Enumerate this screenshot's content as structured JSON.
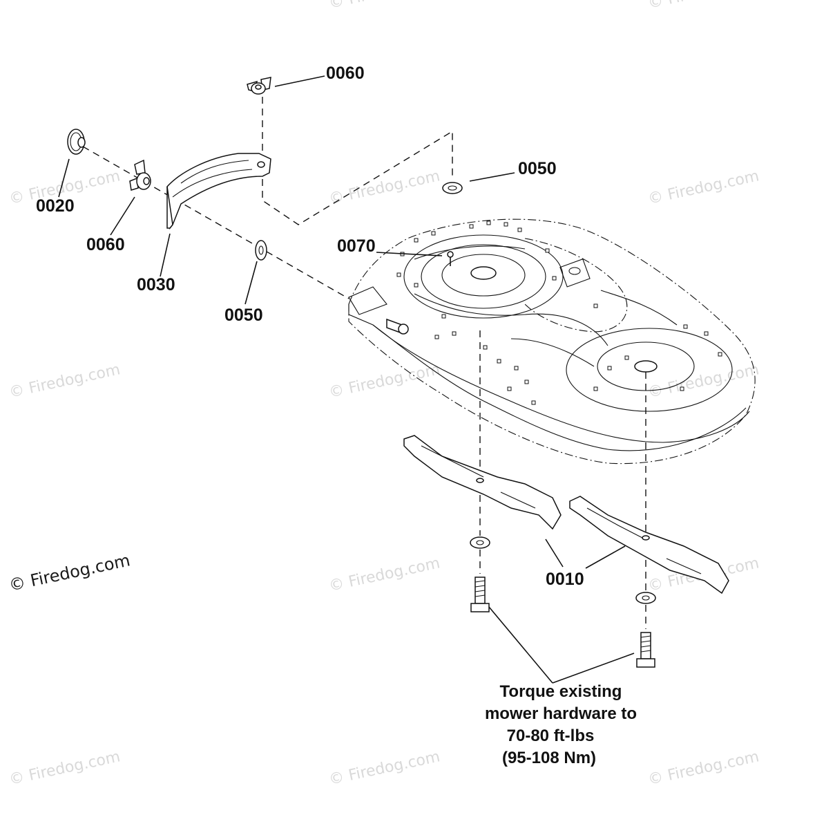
{
  "parts": {
    "p0060_top": "0060",
    "p0020": "0020",
    "p0060_left": "0060",
    "p0030": "0030",
    "p0050_left": "0050",
    "p0050_right": "0050",
    "p0070": "0070",
    "p0010": "0010"
  },
  "note": {
    "line1": "Torque existing",
    "line2": "mower hardware to",
    "line3": "70-80 ft-lbs",
    "line4": "(95-108 Nm)"
  },
  "watermark": {
    "text": "© Firedog.com"
  },
  "colors": {
    "ink": "#111111",
    "watermark": "#d9d9d9",
    "background": "#ffffff"
  }
}
